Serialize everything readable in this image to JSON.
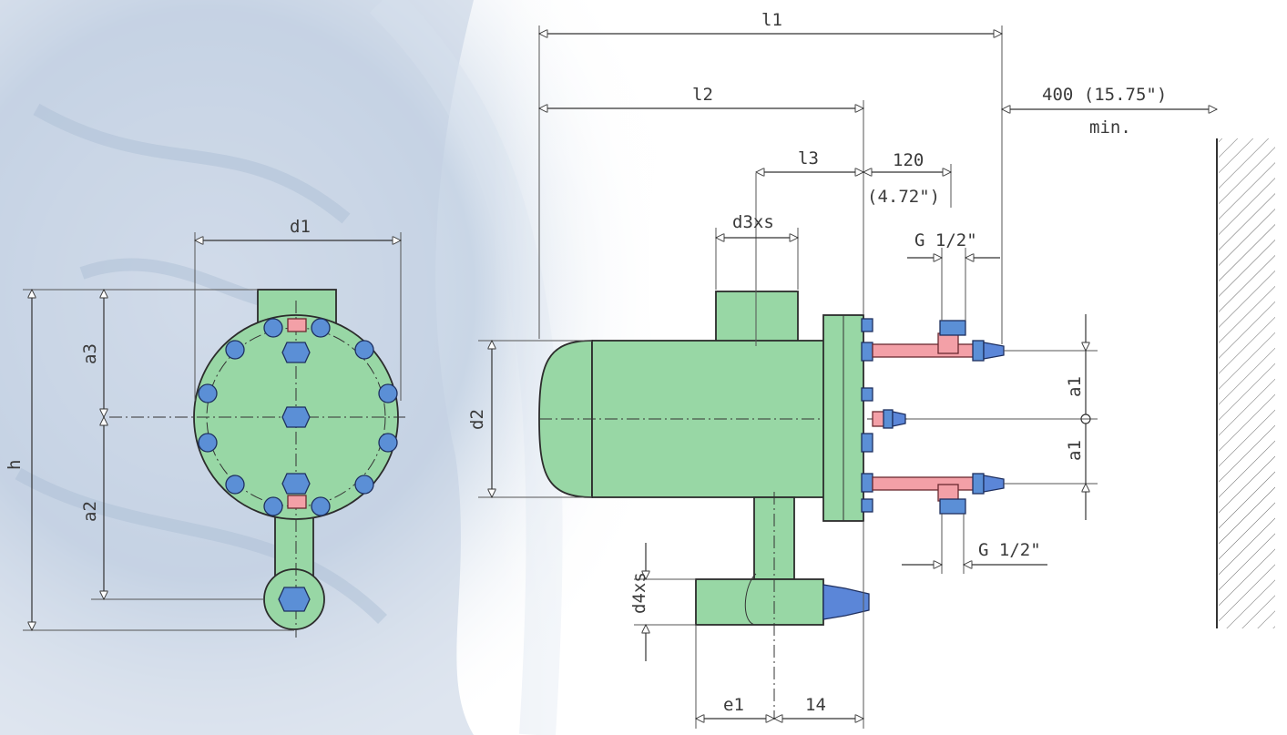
{
  "dimensions": {
    "l1": "l1",
    "l2": "l2",
    "l3": "l3",
    "l4": "14",
    "clearance": "400 (15.75\")",
    "clearance_note": "min.",
    "flange_offset_mm": "120",
    "flange_offset_in": "(4.72\")",
    "d1": "d1",
    "d2": "d2",
    "d3s": "d3xs",
    "d4s": "d4xs",
    "a1_upper": "a1",
    "a1_lower": "a1",
    "a2": "a2",
    "a3": "a3",
    "h": "h",
    "e1": "e1",
    "thread_top": "G 1/2\"",
    "thread_bottom": "G 1/2\""
  },
  "colors": {
    "body": "#98d7a5",
    "bolt": "#5b8fd6",
    "pipe": "#f3a0a7",
    "background": "#ffffff",
    "marble": "#c9d6e6"
  }
}
